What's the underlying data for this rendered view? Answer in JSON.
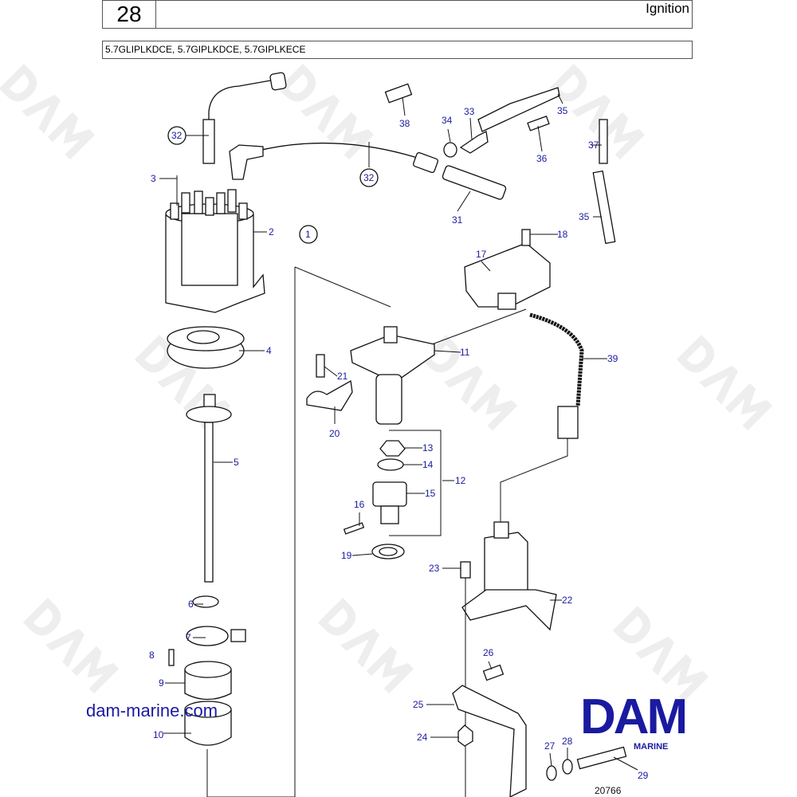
{
  "header": {
    "section_number": "28",
    "title": "Ignition",
    "models": "5.7GLIPLKDCE, 5.7GIPLKDCE, 5.7GIPLKECE"
  },
  "callouts": [
    "32",
    "3",
    "2",
    "1",
    "4",
    "5",
    "6",
    "7",
    "8",
    "9",
    "10",
    "38",
    "34",
    "33",
    "35",
    "36",
    "37",
    "32",
    "31",
    "35",
    "18",
    "17",
    "11",
    "21",
    "39",
    "20",
    "13",
    "14",
    "12",
    "15",
    "16",
    "19",
    "23",
    "22",
    "26",
    "25",
    "24",
    "27",
    "28",
    "29"
  ],
  "footer": {
    "website": "dam-marine.com",
    "logo_text": "DAM",
    "logo_subtext": "MARINE",
    "drawing_number": "20766"
  },
  "watermark": "DAM",
  "colors": {
    "callout": "#1a1aa0",
    "logo": "#1a1aa0"
  }
}
